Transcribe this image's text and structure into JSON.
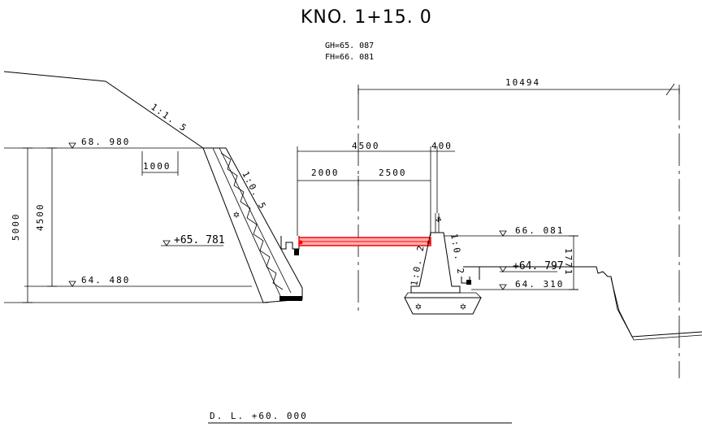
{
  "title": "KNO. 1+15. 0",
  "gh": "GH=65. 087",
  "fh": "FH=66. 081",
  "dims": {
    "total": "10494",
    "d4500": "4500",
    "d400": "400",
    "d2000": "2000",
    "d2500": "2500",
    "d1000": "1000",
    "d5000": "5000",
    "d4500v": "4500",
    "d1771": "1771"
  },
  "slopes": {
    "s1": "1:1. 5",
    "s2": "1:0. 5",
    "s3": "1:0. 2",
    "s4": "1:0. 2"
  },
  "elevations": {
    "e68980": "68. 980",
    "e64480": "64. 480",
    "e65781": "+65. 781",
    "e66081": "66. 081",
    "e64797": "+64. 797",
    "e64310": "64. 310"
  },
  "datum": "D. L.  +60. 000",
  "colors": {
    "deck": "#ff0000",
    "deckFill": "#ffb0b0",
    "line": "#000000"
  }
}
